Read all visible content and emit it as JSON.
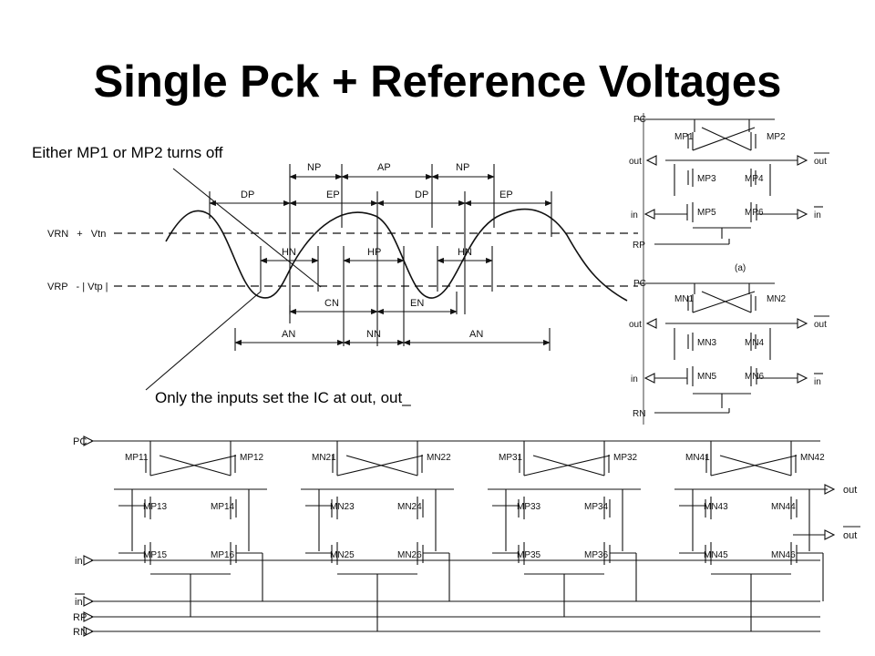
{
  "slide": {
    "title": "Single Pck + Reference Voltages",
    "note_top": "Either MP1 or MP2 turns off",
    "note_bottom": "Only the inputs set the IC at out, out_"
  },
  "waveform": {
    "ref_levels": [
      {
        "left": "VRN",
        "op": "+",
        "right": "Vtn"
      },
      {
        "left": "VRP",
        "op": "- | Vtp |",
        "right": ""
      }
    ],
    "top_intervals": [
      "NP",
      "AP",
      "NP",
      "DP",
      "EP",
      "DP",
      "EP",
      "HN",
      "HP",
      "HN"
    ],
    "bottom_intervals": [
      "CN",
      "EN",
      "AN",
      "NN",
      "AN"
    ]
  },
  "circuit_a": {
    "pins_left": [
      "PC",
      "out",
      "in",
      "RP"
    ],
    "pins_right": [
      "out",
      "in"
    ],
    "transistors": [
      "MP1",
      "MP2",
      "MP3",
      "MP4",
      "MP5",
      "MP6"
    ],
    "caption": "(a)"
  },
  "circuit_b": {
    "pins_left": [
      "PC",
      "out",
      "in",
      "RN"
    ],
    "pins_right": [
      "out",
      "in"
    ],
    "transistors": [
      "MN1",
      "MN2",
      "MN3",
      "MN4",
      "MN5",
      "MN6"
    ]
  },
  "chain": {
    "pins_left": [
      "PC",
      "in",
      "in",
      "RP",
      "RN"
    ],
    "pins_right": [
      "out",
      "out"
    ],
    "stages": [
      {
        "top": [
          "MP11",
          "MP12"
        ],
        "mid": [
          "MP13",
          "MP14"
        ],
        "bot": [
          "MP15",
          "MP16"
        ]
      },
      {
        "top": [
          "MN21",
          "MN22"
        ],
        "mid": [
          "MN23",
          "MN24"
        ],
        "bot": [
          "MN25",
          "MN26"
        ]
      },
      {
        "top": [
          "MP31",
          "MP32"
        ],
        "mid": [
          "MP33",
          "MP34"
        ],
        "bot": [
          "MP35",
          "MP36"
        ]
      },
      {
        "top": [
          "MN41",
          "MN42"
        ],
        "mid": [
          "MN43",
          "MN44"
        ],
        "bot": [
          "MN45",
          "MN46"
        ]
      }
    ]
  }
}
